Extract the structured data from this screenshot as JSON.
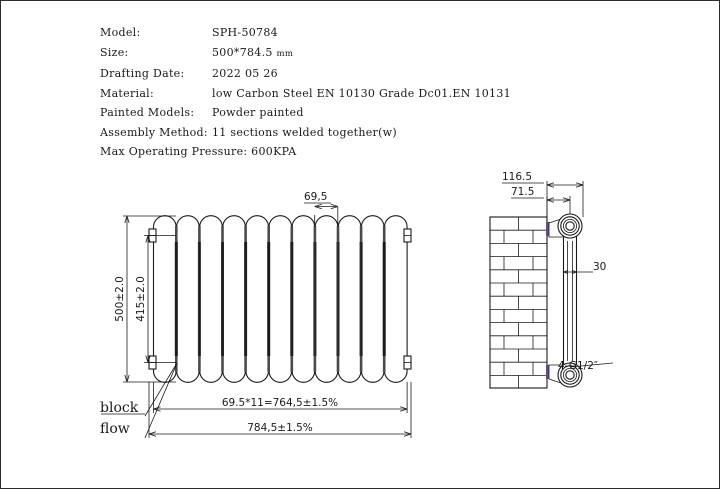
{
  "sheet": {
    "background": "#ffffff",
    "border_color": "#2b2b2b",
    "line_color": "#1a1a1a"
  },
  "spec": {
    "rows": [
      {
        "label": "Model:",
        "value": "SPH-50784"
      },
      {
        "label": "Size:",
        "value": "500*784.5",
        "unit": "mm"
      },
      {
        "label": "Drafting Date:",
        "value": "2022 05 26"
      },
      {
        "label": "Material:",
        "value": "low Carbon Steel  EN 10130 Grade Dc01.EN 10131"
      },
      {
        "label": "Painted Models:",
        "value": "Powder painted"
      },
      {
        "label": "Assembly Method:",
        "value": "11 sections welded together(w)"
      }
    ],
    "pressure_line": "Max Operating Pressure: 600KPA"
  },
  "front_view": {
    "section_count": 11,
    "dimensions": {
      "pitch": "69,5",
      "height_overall": "500±2.0",
      "height_centers": "415±2.0",
      "width_sections": "69.5*11=764,5±1.5%",
      "width_overall": "784,5±1.5%"
    },
    "callouts": {
      "block": "block",
      "flow": "flow"
    }
  },
  "side_view": {
    "dimensions": {
      "depth_overall": "116.5",
      "depth_wall_to_center": "71.5",
      "tube_width": "30"
    },
    "port_label": "4-G1/2″",
    "wall": {
      "pattern": "brick",
      "rows": 13,
      "columns": 2
    }
  }
}
